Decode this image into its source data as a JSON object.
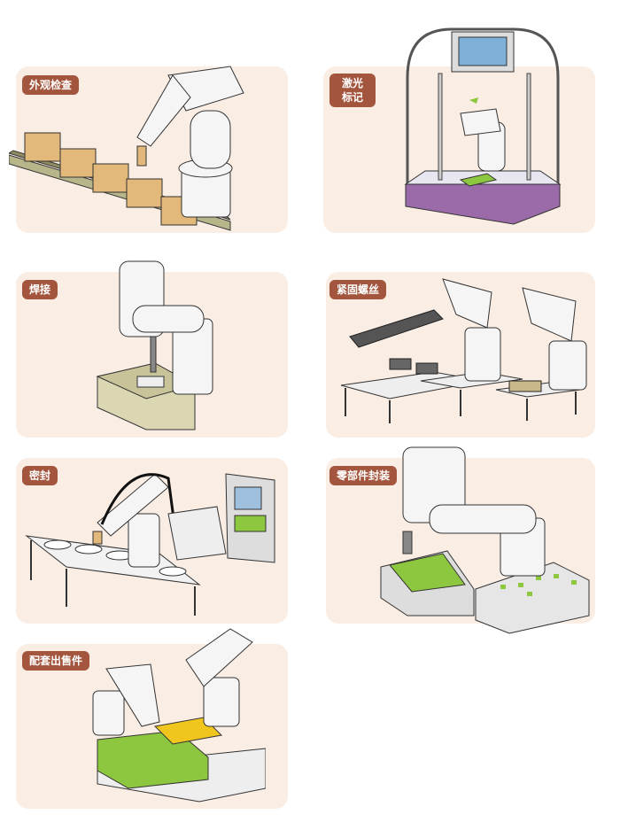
{
  "applications": [
    {
      "label": "外观检查"
    },
    {
      "label_line1": "激光",
      "label_line2": "标记"
    },
    {
      "label": "焊接"
    },
    {
      "label": "紧固螺丝"
    },
    {
      "label": "密封"
    },
    {
      "label": "零部件封装"
    },
    {
      "label": "配套出售件"
    }
  ],
  "colors": {
    "card": "#faede4",
    "tag": "#a3553d",
    "green": "#8dc63f",
    "purple": "#9b6aa8"
  }
}
